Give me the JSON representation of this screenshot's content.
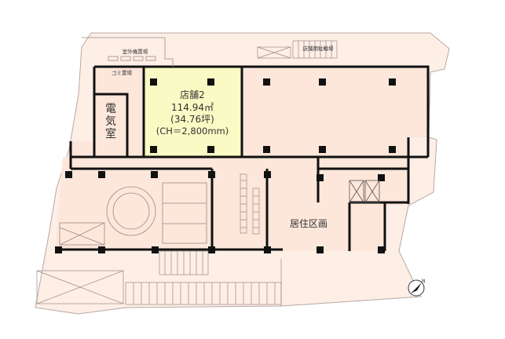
{
  "colors": {
    "site": "#fdeee6",
    "floor": "#fde6da",
    "shop": "#fafac4",
    "wall": "#111111",
    "line": "#9a8a86"
  },
  "labels": {
    "outdoor_unit": "室外機置場",
    "garbage": "ゴミ置場",
    "bicycle": "店舗用駐輪場",
    "electric_room": [
      "電",
      "気",
      "室"
    ],
    "residential": "居住区画",
    "north": "N"
  },
  "shop": {
    "name": "店舗2",
    "area": "114.94㎡",
    "tsubo": "(34.76坪)",
    "ceiling": "(CH＝2,800mm)"
  }
}
